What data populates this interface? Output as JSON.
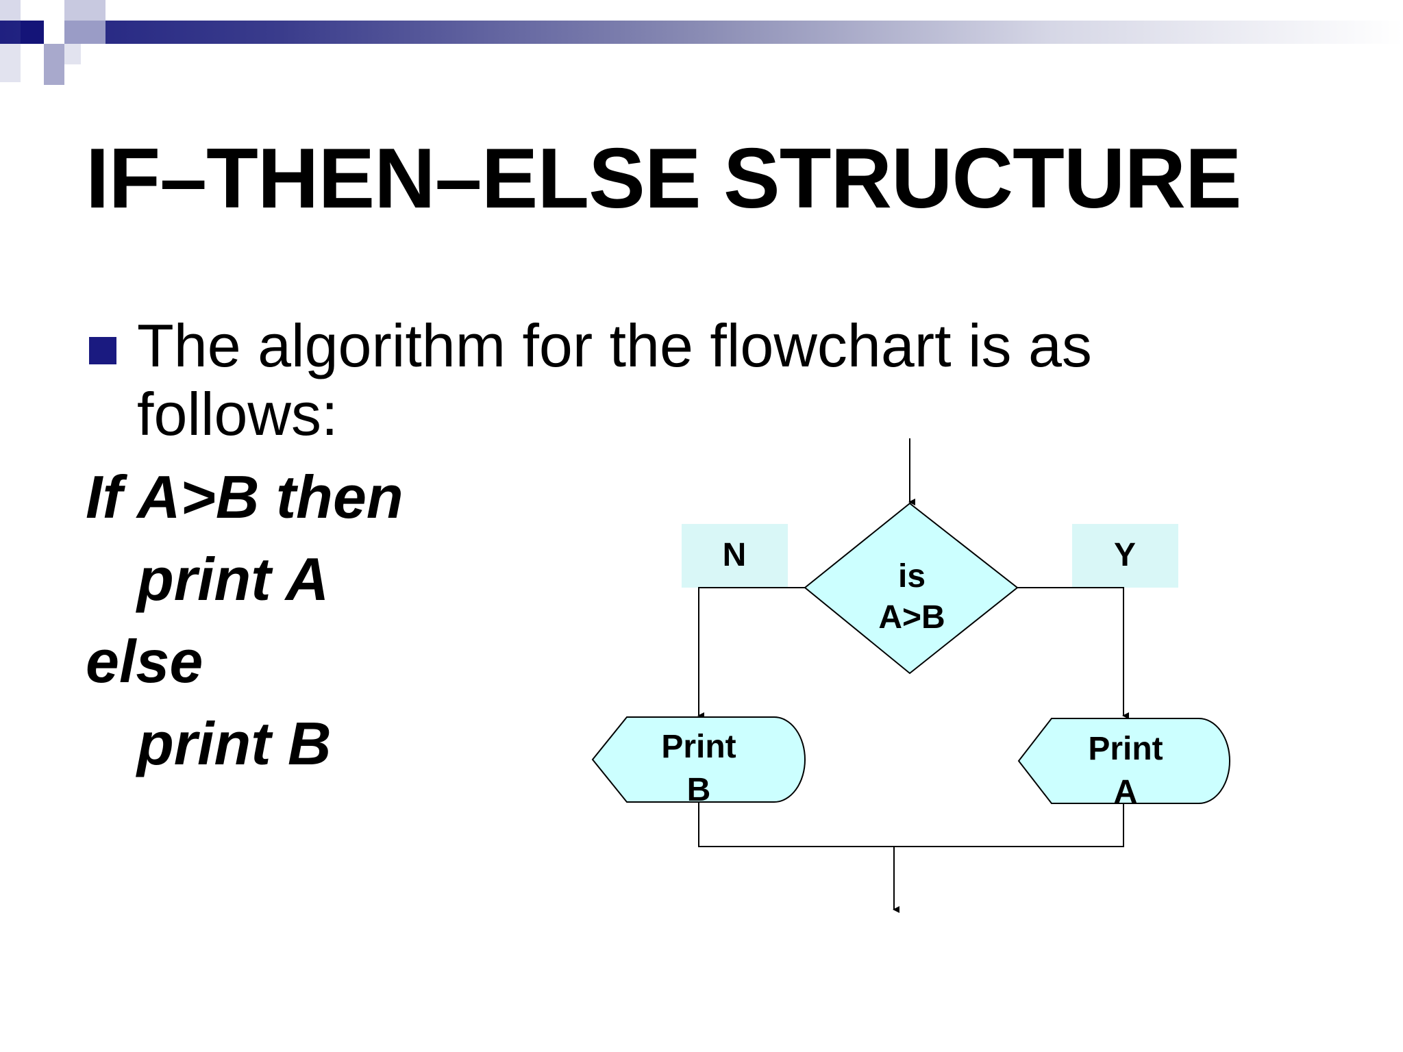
{
  "slide": {
    "title": "IF–THEN–ELSE STRUCTURE",
    "bullet": "The algorithm for the flowchart is as follows:",
    "algorithm": {
      "line1": "If A>B then",
      "line2": "print A",
      "line3": "else",
      "line4": "print B"
    }
  },
  "flowchart": {
    "decision_line1": "is",
    "decision_line2": "A>B",
    "no_label": "N",
    "yes_label": "Y",
    "left_output_line1": "Print",
    "left_output_line2": "B",
    "right_output_line1": "Print",
    "right_output_line2": "A"
  },
  "colors": {
    "accent_navy": "#1a1a80",
    "shape_fill": "#ccffff",
    "label_fill": "#d9f7f7"
  }
}
